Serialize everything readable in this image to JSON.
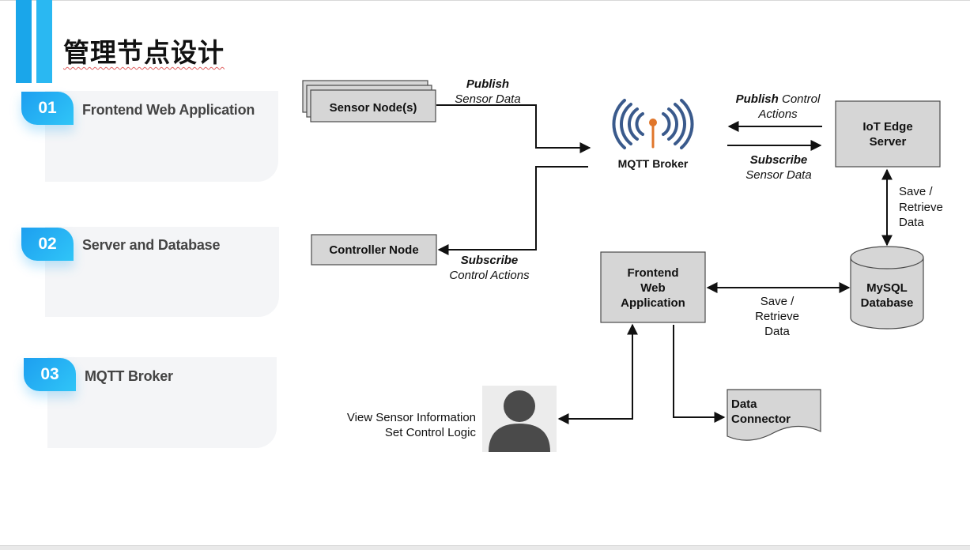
{
  "slide": {
    "title": "管理节点设计"
  },
  "sections": [
    {
      "number": "01",
      "label": "Frontend Web Application"
    },
    {
      "number": "02",
      "label": "Server and Database"
    },
    {
      "number": "03",
      "label": "MQTT Broker"
    }
  ],
  "diagram": {
    "sensor_node": "Sensor Node(s)",
    "controller_node": "Controller Node",
    "mqtt_broker": "MQTT Broker",
    "iot_server": {
      "line1": "IoT Edge",
      "line2": "Server"
    },
    "mysql": {
      "line1": "MySQL",
      "line2": "Database"
    },
    "frontend": {
      "line1": "Frontend",
      "line2": "Web",
      "line3": "Application"
    },
    "data_connector": {
      "line1": "Data",
      "line2": "Connector"
    },
    "user": {
      "line1": "View Sensor Information",
      "line2": "Set Control Logic"
    },
    "labels": {
      "publish_sensor": {
        "bold": "Publish",
        "rest": "Sensor Data"
      },
      "publish_control": {
        "bold": "Publish",
        "rest": " Control",
        "line2": "Actions"
      },
      "subscribe_sensor": {
        "bold": "Subscribe",
        "rest": "Sensor Data"
      },
      "subscribe_control": {
        "bold": "Subscribe",
        "rest": "Control Actions"
      },
      "save_retrieve_server": {
        "line1": "Save /",
        "line2": "Retrieve",
        "line3": "Data"
      },
      "save_retrieve_frontend": {
        "line1": "Save /",
        "line2": "Retrieve",
        "line3": "Data"
      }
    },
    "colors": {
      "box_fill": "#d6d6d6",
      "broker_blue": "#3a5a8c",
      "broker_orange": "#e0762b",
      "accent": "#1aa6ea"
    }
  }
}
